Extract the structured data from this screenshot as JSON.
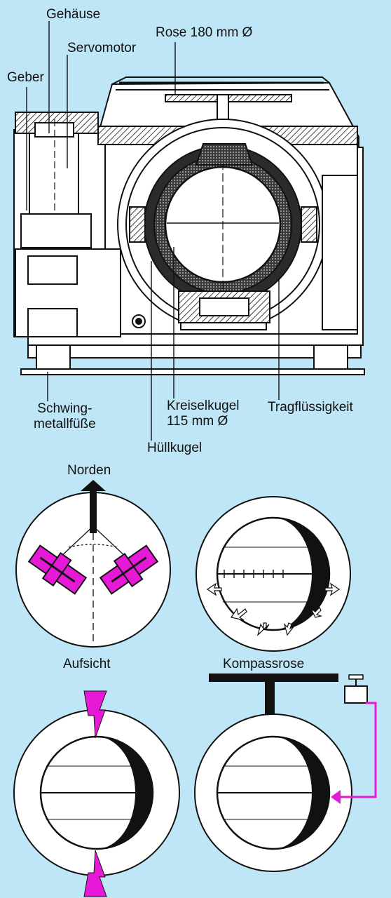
{
  "labels": {
    "gehaeuse": "Gehäuse",
    "servomotor": "Servomotor",
    "geber": "Geber",
    "rose": "Rose 180 mm Ø",
    "schwing_l1": "Schwing-",
    "schwing_l2": "metallfüße",
    "kreisel_l1": "Kreiselkugel",
    "kreisel_l2": "115 mm Ø",
    "trag": "Tragflüssigkeit",
    "huell": "Hüllkugel",
    "norden": "Norden",
    "aufsicht": "Aufsicht",
    "kompassrose": "Kompassrose"
  },
  "colors": {
    "background": "#bfe6f7",
    "accent": "#e61ad6",
    "ink": "#111111",
    "fill": "#ffffff"
  }
}
